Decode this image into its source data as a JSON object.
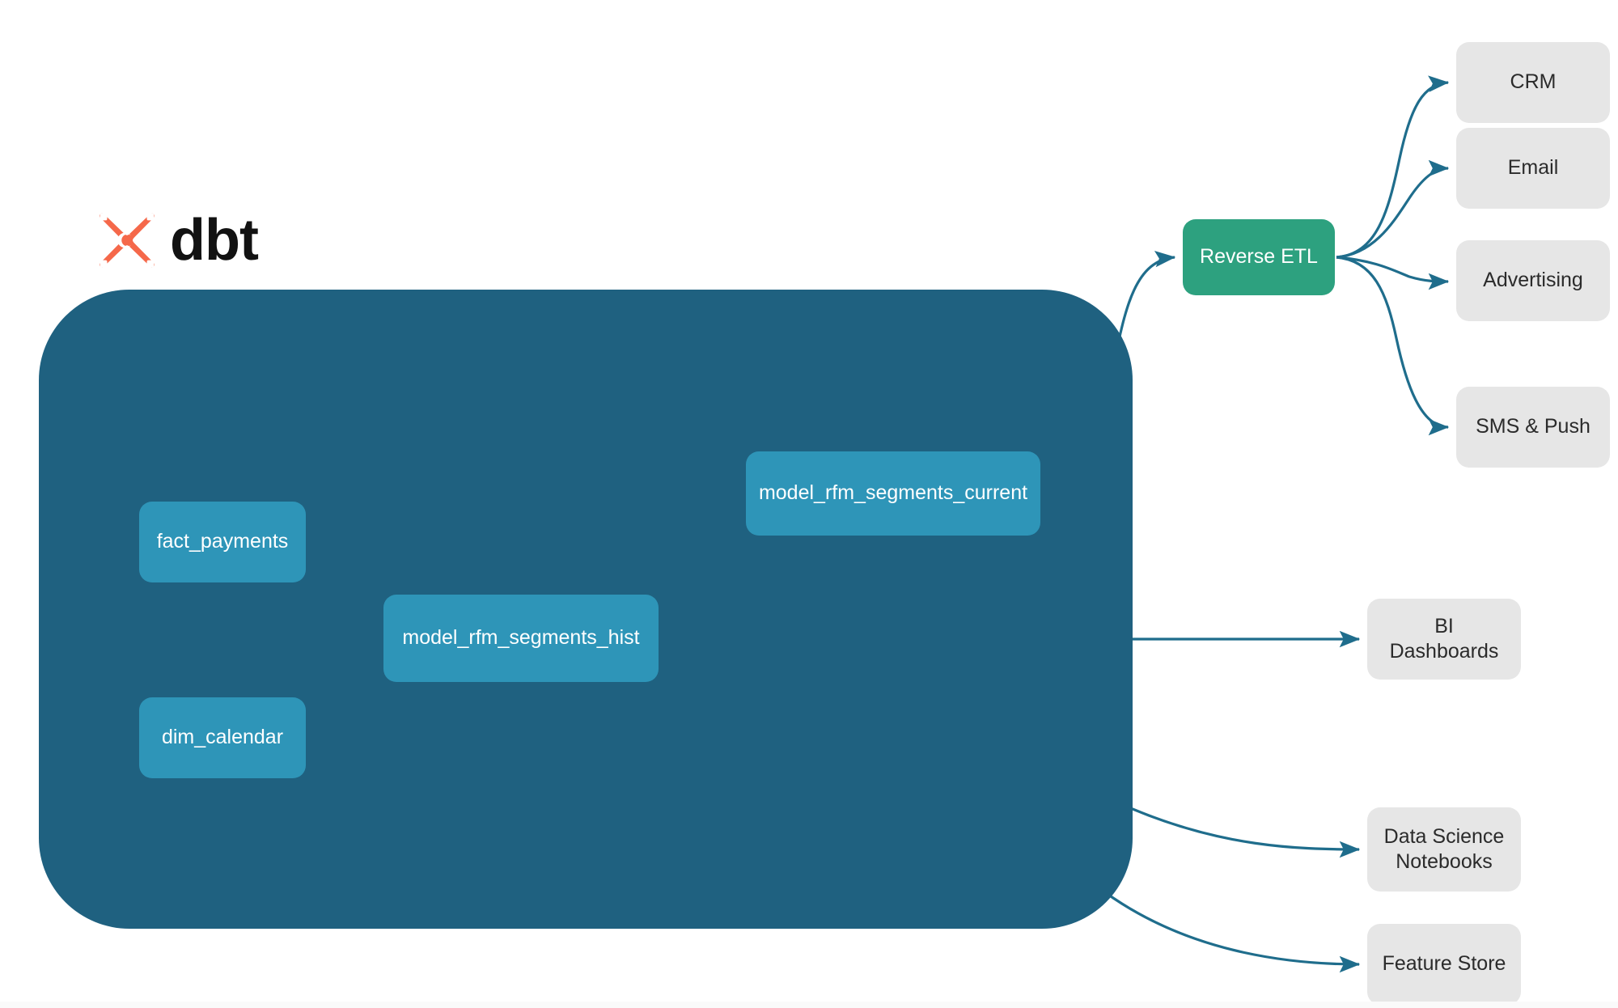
{
  "brand": {
    "wordmark": "dbt",
    "logo_icon": "dbt-logo-icon",
    "logo_color": "#f5684a"
  },
  "colors": {
    "warehouse_container": "#1f6180",
    "model_node": "#2e95b8",
    "reverse_etl_node": "#2da17f",
    "destination_node": "#e6e6e6",
    "external_edge": "#1f6d8c",
    "internal_edge": "#4aa3bf",
    "page_background": "#ffffff"
  },
  "warehouse": {
    "name": "dbt-warehouse-container",
    "nodes": [
      {
        "id": "fact_payments",
        "label": "fact_payments",
        "type": "source"
      },
      {
        "id": "dim_calendar",
        "label": "dim_calendar",
        "type": "source"
      },
      {
        "id": "model_rfm_segments_hist",
        "label": "model_rfm_segments_hist",
        "type": "model"
      },
      {
        "id": "model_rfm_segments_current",
        "label": "model_rfm_segments_current",
        "type": "model"
      }
    ]
  },
  "reverse_etl": {
    "label": "Reverse ETL"
  },
  "activation_destinations": [
    {
      "id": "crm",
      "label": "CRM"
    },
    {
      "id": "email",
      "label": "Email"
    },
    {
      "id": "advertising",
      "label": "Advertising"
    },
    {
      "id": "sms_push",
      "label": "SMS & Push"
    }
  ],
  "direct_consumers": [
    {
      "id": "bi_dashboards",
      "label": "BI Dashboards"
    },
    {
      "id": "ds_notebooks",
      "label": "Data Science\nNotebooks"
    },
    {
      "id": "feature_store",
      "label": "Feature Store"
    }
  ],
  "edges": [
    {
      "from": "fact_payments",
      "to": "model_rfm_segments_hist",
      "style": "internal"
    },
    {
      "from": "dim_calendar",
      "to": "model_rfm_segments_hist",
      "style": "internal"
    },
    {
      "from": "model_rfm_segments_hist",
      "to": "model_rfm_segments_current",
      "style": "internal"
    },
    {
      "from": "model_rfm_segments_current",
      "to": "Reverse ETL",
      "style": "external"
    },
    {
      "from": "model_rfm_segments_hist",
      "to": "BI Dashboards",
      "style": "external"
    },
    {
      "from": "model_rfm_segments_hist",
      "to": "Data Science Notebooks",
      "style": "external"
    },
    {
      "from": "model_rfm_segments_hist",
      "to": "Feature Store",
      "style": "external"
    },
    {
      "from": "Reverse ETL",
      "to": "CRM",
      "style": "external"
    },
    {
      "from": "Reverse ETL",
      "to": "Email",
      "style": "external"
    },
    {
      "from": "Reverse ETL",
      "to": "Advertising",
      "style": "external"
    },
    {
      "from": "Reverse ETL",
      "to": "SMS & Push",
      "style": "external"
    }
  ]
}
